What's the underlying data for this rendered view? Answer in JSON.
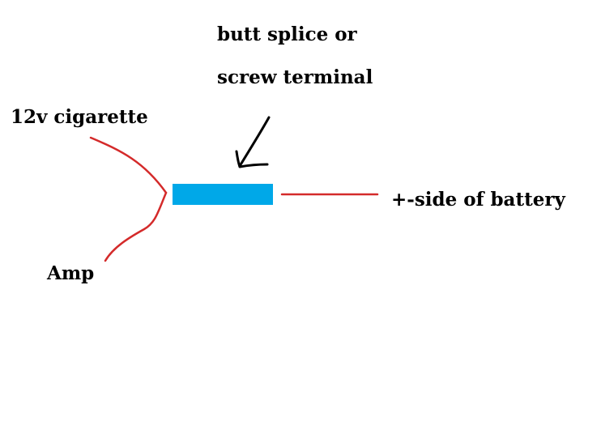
{
  "labels": {
    "splice_line1": "butt splice or",
    "splice_line2": "screw terminal",
    "cigarette": "12v cigarette",
    "battery": "+-side of battery",
    "amp": "Amp"
  },
  "colors": {
    "background": "#ffffff",
    "wire": "#d42a2a",
    "connector": "#00a8e8",
    "arrow": "#000000",
    "text": "#000000"
  }
}
